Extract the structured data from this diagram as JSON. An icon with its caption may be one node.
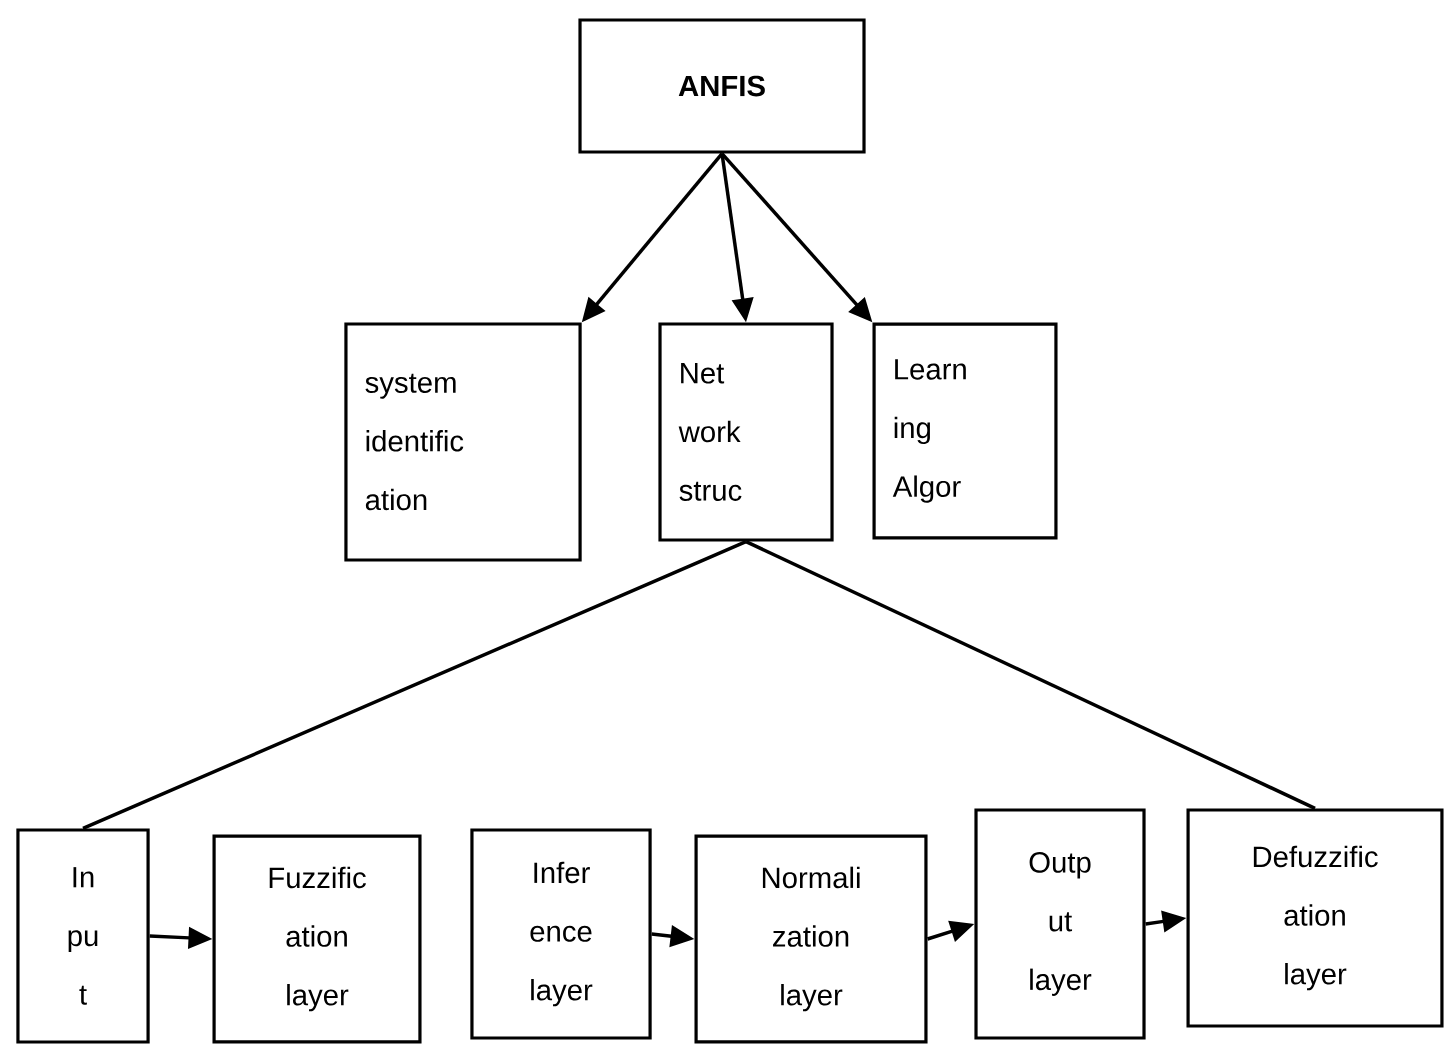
{
  "diagram": {
    "nodes": [
      {
        "text": [
          "ANFIS"
        ]
      },
      {
        "text": [
          "system identific ation"
        ]
      },
      {
        "text": [
          "Net work struc"
        ]
      },
      {
        "text": [
          "Learn ing Algor"
        ]
      },
      {
        "text": [
          "In pu t"
        ]
      },
      {
        "text": [
          "Fuzzific ation layer"
        ]
      },
      {
        "text": [
          "Infer ence layer"
        ]
      },
      {
        "text": [
          "Normali zation layer"
        ]
      },
      {
        "text": [
          "Outp ut layer"
        ]
      },
      {
        "text": [
          "Defuzzific ation layer"
        ]
      }
    ],
    "edges": [
      {
        "from": 0,
        "to": 1,
        "arrow": "to"
      },
      {
        "from": 0,
        "to": 2,
        "arrow": "to"
      },
      {
        "from": 0,
        "to": 3,
        "arrow": "to"
      },
      {
        "from": 2,
        "to": 4,
        "arrow": "none"
      },
      {
        "from": 2,
        "to": 9,
        "arrow": "none"
      },
      {
        "from": 4,
        "to": 5,
        "arrow": "to"
      },
      {
        "from": 6,
        "to": 7,
        "arrow": "to"
      },
      {
        "from": 7,
        "to": 8,
        "arrow": "to"
      },
      {
        "from": 8,
        "to": 9,
        "arrow": "to"
      }
    ]
  }
}
